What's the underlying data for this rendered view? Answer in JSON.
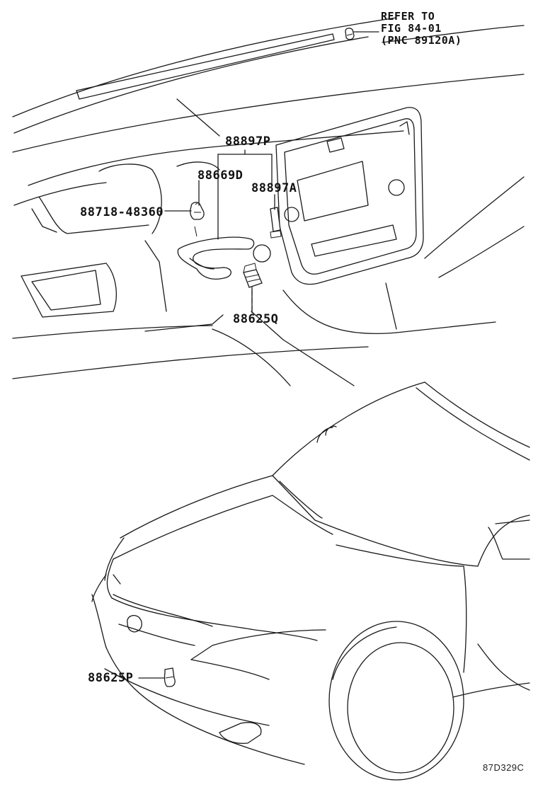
{
  "labels": {
    "refer_line1": "REFER TO",
    "refer_line2": "FIG 84-01",
    "refer_line3": "(PNC 89120A)",
    "p88897P": "88897P",
    "p88669D": "88669D",
    "p88897A": "88897A",
    "p88718": "88718-48360",
    "p88625Q": "88625Q",
    "p88625P": "88625P",
    "diagram_code": "87D329C"
  }
}
